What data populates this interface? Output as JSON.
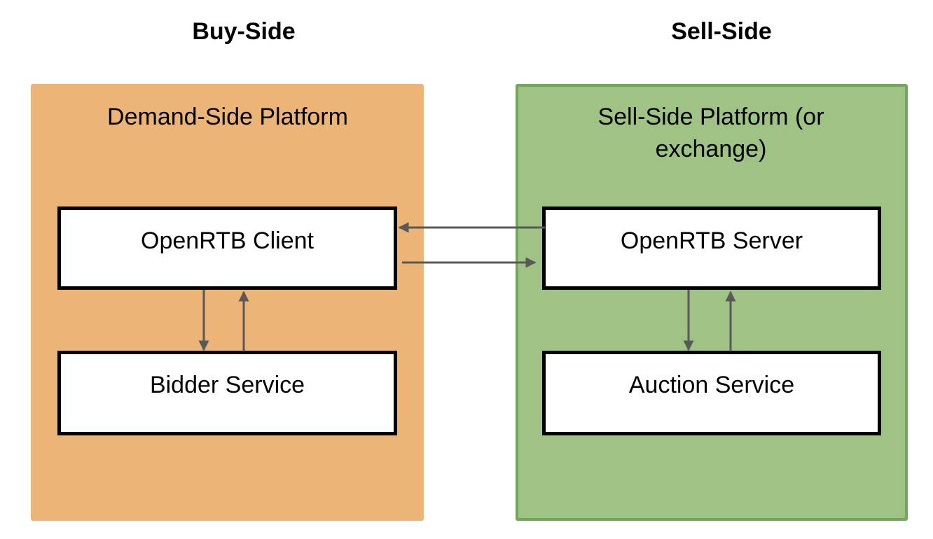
{
  "headings": {
    "buy_side": "Buy-Side",
    "sell_side": "Sell-Side"
  },
  "platforms": {
    "demand": {
      "title": "Demand-Side Platform",
      "color": "#edb478",
      "components": {
        "client": "OpenRTB Client",
        "bidder": "Bidder Service"
      }
    },
    "supply": {
      "title_line1": "Sell-Side Platform (or",
      "title_line2": "exchange)",
      "color": "#9ec385",
      "border_color": "#72a85b",
      "components": {
        "server": "OpenRTB Server",
        "auction": "Auction Service"
      }
    }
  },
  "arrow_color": "#595959"
}
